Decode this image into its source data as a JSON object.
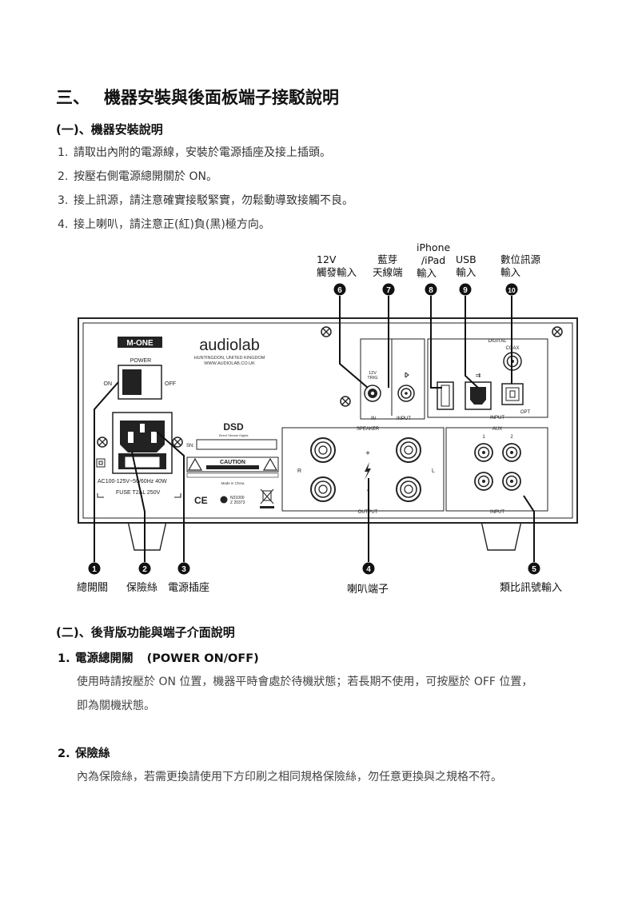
{
  "section_title": {
    "num": "三、",
    "text": "機器安裝與後面板端子接駁說明"
  },
  "install": {
    "heading": "(一)、機器安裝說明",
    "steps": [
      {
        "n": "1.",
        "text": "請取出內附的電源線，安裝於電源插座及接上插頭。"
      },
      {
        "n": "2.",
        "text": "按壓右側電源總開關於 ON。"
      },
      {
        "n": "3.",
        "text": "接上訊源，請注意確實接駁緊實，勿鬆動導致接觸不良。"
      },
      {
        "n": "4.",
        "text": "接上喇叭，請注意正(紅)負(黑)極方向。"
      }
    ]
  },
  "top_labels": {
    "trig": [
      "12V",
      "觸發輸入"
    ],
    "bt": [
      "藍芽",
      "天線端"
    ],
    "iphone": [
      "iPhone",
      "/iPad",
      "輸入"
    ],
    "usb": [
      "USB",
      "輸入"
    ],
    "digital": [
      "數位訊源",
      "輸入"
    ]
  },
  "callouts": {
    "c1": "1",
    "c2": "2",
    "c3": "3",
    "c4": "4",
    "c5": "5",
    "c6": "6",
    "c7": "7",
    "c8": "8",
    "c9": "9",
    "c10": "10"
  },
  "bottom_labels": {
    "power_switch": "總開關",
    "fuse": "保險絲",
    "socket": "電源插座",
    "speaker": "喇叭端子",
    "aux": "類比訊號輸入"
  },
  "panel": {
    "brand_badge": "M-ONE",
    "brand": "audiolab",
    "address1": "HUNTINGDON, UNITED KINGDOM",
    "address2": "WWW.AUDIOLAB.CO.UK",
    "power": "POWER",
    "on": "ON",
    "off": "OFF",
    "dsd": "DSD",
    "dsd_sub": "Direct Stream Digital",
    "sn": "SN:",
    "caution": "CAUTION",
    "voltage": "AC100-125V~50/60Hz 40W",
    "fuse": "FUSE T2AL 250V",
    "ce": "CE",
    "made_in": "Made in China",
    "trig": [
      "12V",
      "TRIG"
    ],
    "in": "IN",
    "input": "INPUT",
    "digital": "DIGITAL",
    "coax": "COAX",
    "opt": "OPT",
    "speaker": "SPEAKER",
    "output": "OUTPUT",
    "aux": "AUX",
    "aux1": "1",
    "aux2": "2",
    "r": "R",
    "l": "L",
    "plus": "+",
    "minus": "-",
    "n_code": [
      "N21000",
      "Z 20373"
    ]
  },
  "interface": {
    "heading": "(二)、後背版功能與端子介面說明",
    "items": [
      {
        "n": "1.",
        "title": "電源總開關",
        "title_en": "(POWER ON/OFF)",
        "lines": [
          "使用時請按壓於 ON 位置，機器平時會處於待機狀態；若長期不使用，可按壓於 OFF 位置，",
          "即為關機狀態。"
        ]
      },
      {
        "n": "2.",
        "title": "保險絲",
        "title_en": "",
        "lines": [
          "內為保險絲，若需更換請使用下方印刷之相同規格保險絲，勿任意更換與之規格不符。"
        ]
      }
    ]
  }
}
